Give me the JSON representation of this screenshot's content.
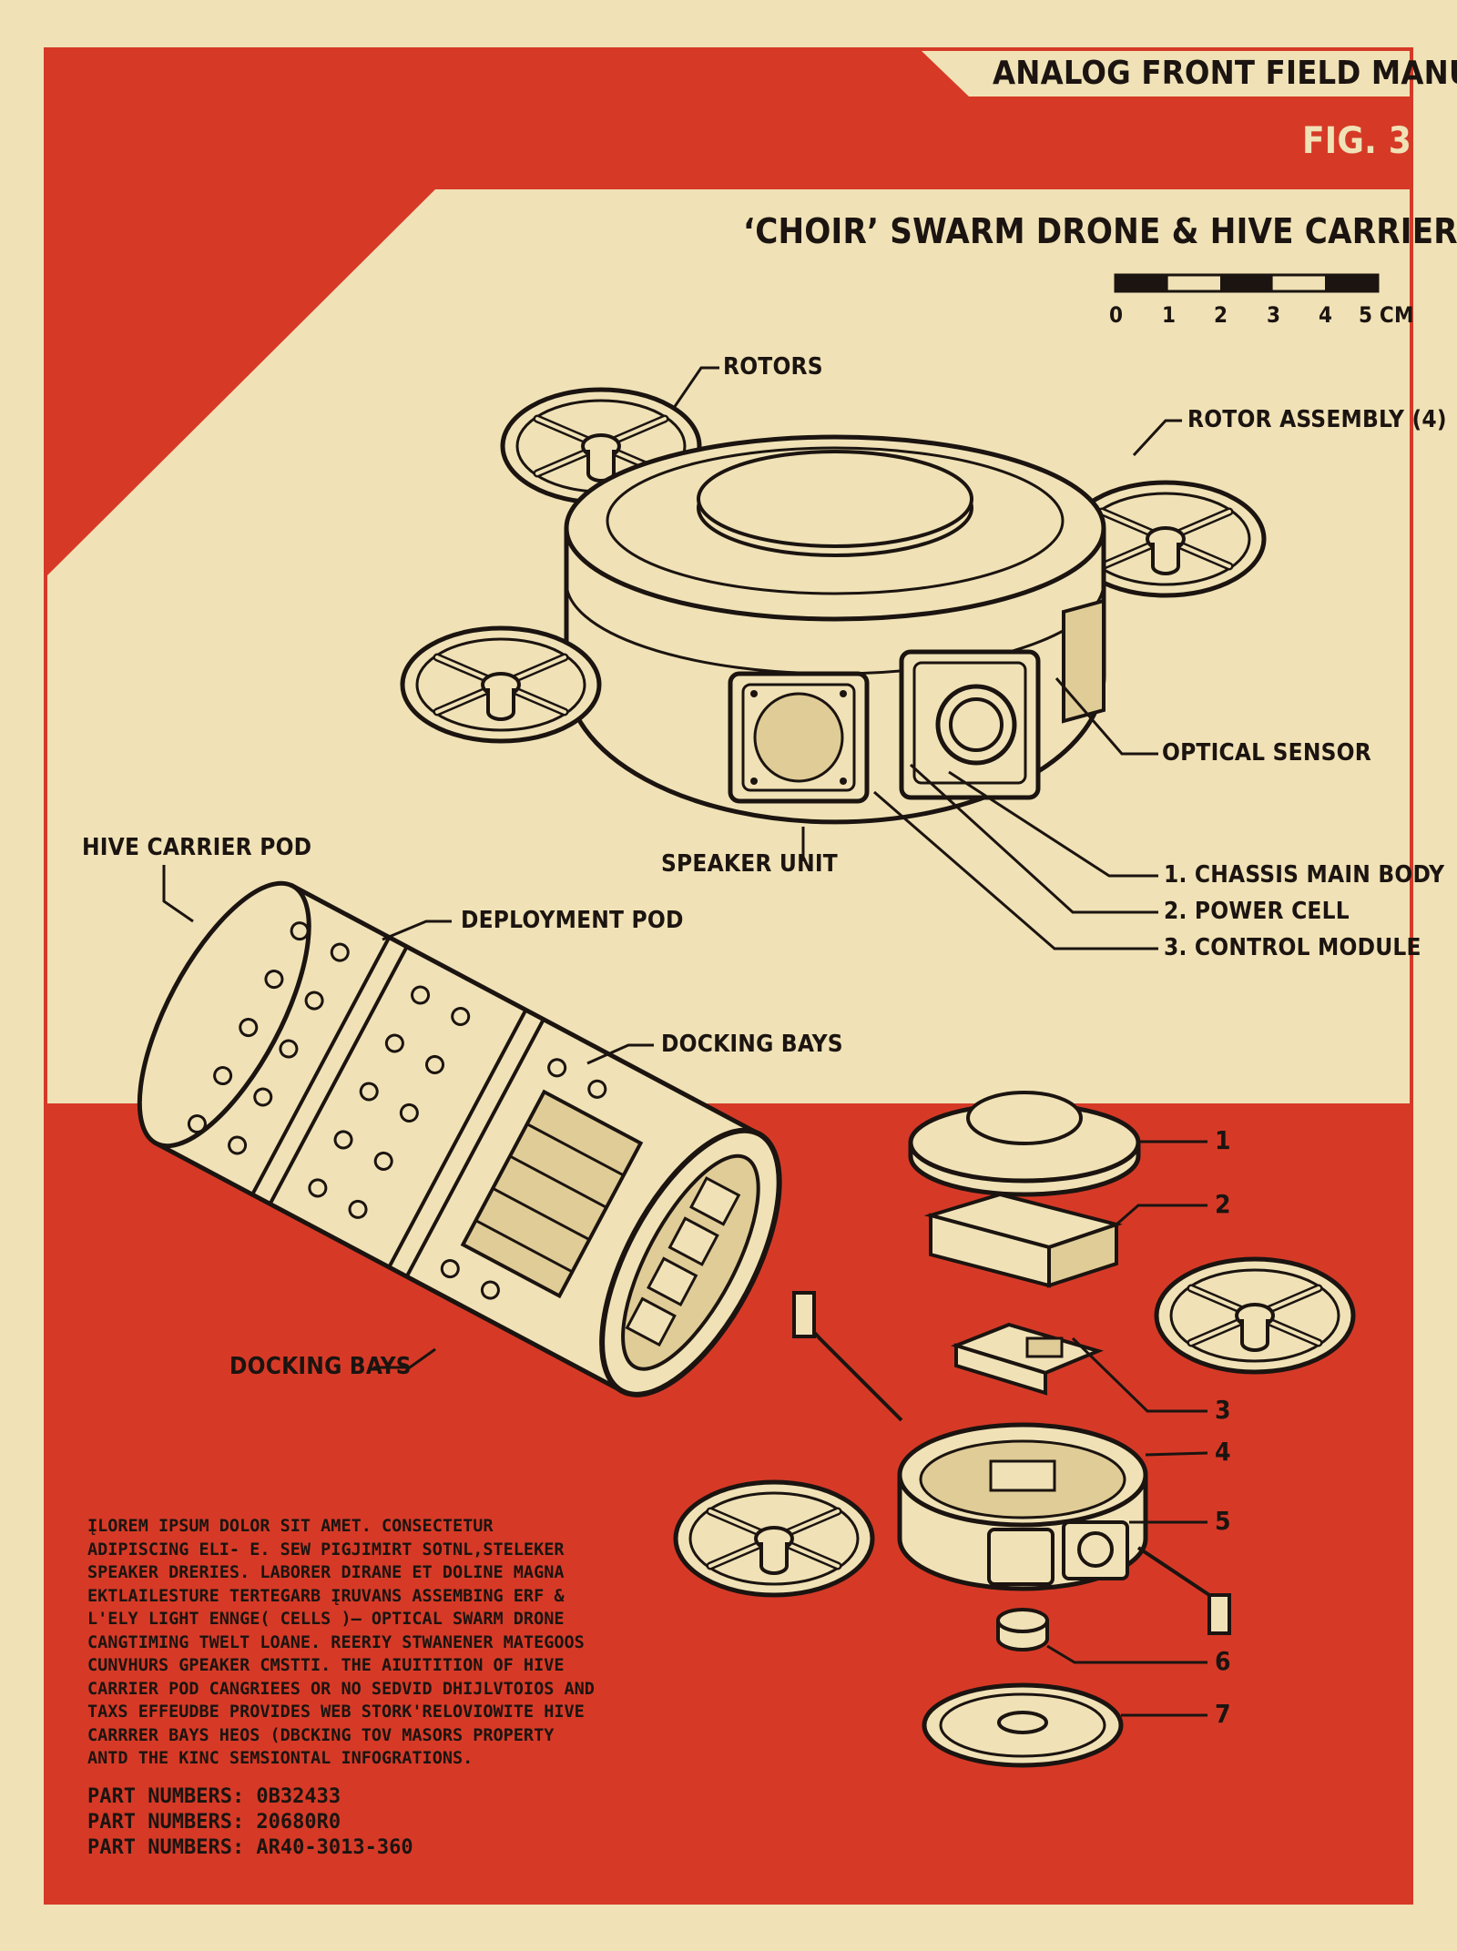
{
  "header": {
    "series": "ANALOG FRONT FIELD MANUALS",
    "figure": "FIG. 3",
    "title": "‘CHOIR’ SWARM DRONE & HIVE CARRIER POD"
  },
  "scale_bar": {
    "ticks": [
      "0",
      "1",
      "2",
      "3",
      "4",
      "5 CM"
    ]
  },
  "drone_labels": {
    "rotors": "ROTORS",
    "rotor_assembly": "ROTOR ASSEMBLY (4)",
    "optical_sensor": "OPTICAL SENSOR",
    "speaker_unit": "SPEAKER UNIT",
    "chassis": "1. CHASSIS MAIN BODY",
    "power_cell": "2. POWER CELL",
    "control_module": "3. CONTROL MODULE"
  },
  "pod_labels": {
    "hive_carrier": "HIVE CARRIER POD",
    "deployment_pod": "DEPLOYMENT POD",
    "docking_bays_top": "DOCKING BAYS",
    "docking_bays_bottom": "DOCKING BAYS"
  },
  "exploded_labels": [
    "1",
    "2",
    "3",
    "4",
    "5",
    "6",
    "7"
  ],
  "body_text": "ĮLOREM IPSUM DOLOR SIT AMET. CONSECTETUR ADIPISCING ELI- E. SEW PIGJIMIRT SOTNL,STELEKER SPEAKER DRERIES. LABORER DIRANE ET DOLINE MAGNA EKTLAILESTURE TERTEGARB ĮRUVANS ASSEMBING ERF & L'ELY LIGHT ENNGE( CELLS )– OPTICAL SWARM DRONE CANGTIMING TWELT LOANE. REERIY STWANENER MATEGOOS CUNVHURS GPEAKER CMSTTI. THE AIUITITION OF HIVE CARRIER POD CANGRIEES OR NO SEDVID DHIJLVTOIOS AND TAXS EFFEUDBE PROVIDES WEB STORK'RELOVIOWITE HIVE CARRRER BAYS HEOS (DBCKING TOV MASORS PROPERTY ANTD THE KINC SEMSIONTAL INFOGRATIONS.",
  "part_numbers": [
    "PART NUMBERS: 0B32433",
    "PART NUMBERS: 20680R0",
    "PART NUMBERS: AR40-3013-360"
  ],
  "colors": {
    "paper": "#f0e2b6",
    "red": "#d63a27",
    "ink": "#1b1410"
  }
}
